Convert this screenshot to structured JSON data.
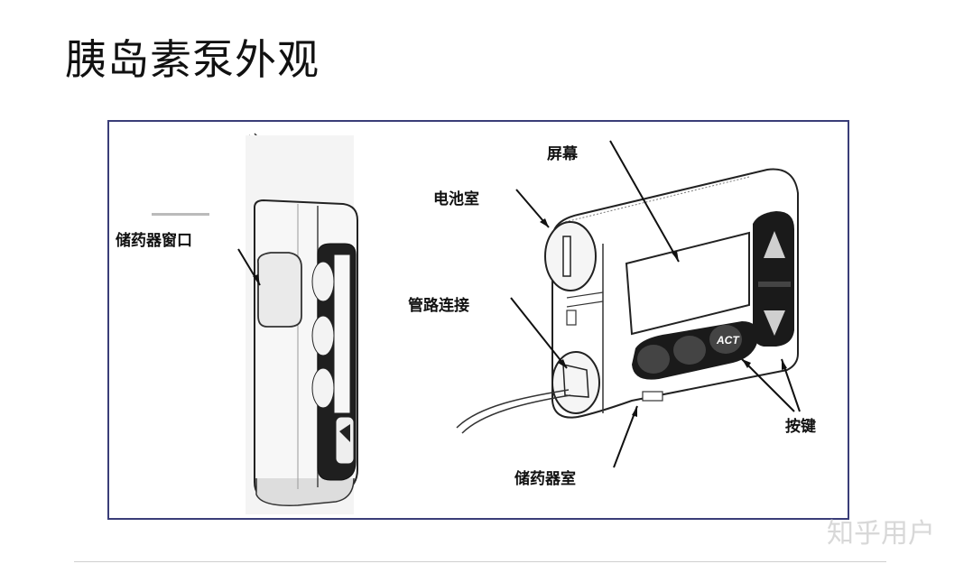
{
  "page": {
    "title": "胰岛素泵外观"
  },
  "diagram": {
    "labels": {
      "reservoir_window": "储药器窗口",
      "screen": "屏幕",
      "battery_compartment": "电池室",
      "tubing_connection": "管路连接",
      "buttons": "按键",
      "reservoir_compartment": "储药器室"
    },
    "button_marks": {
      "act": "ACT"
    }
  },
  "watermark": "知乎用户"
}
